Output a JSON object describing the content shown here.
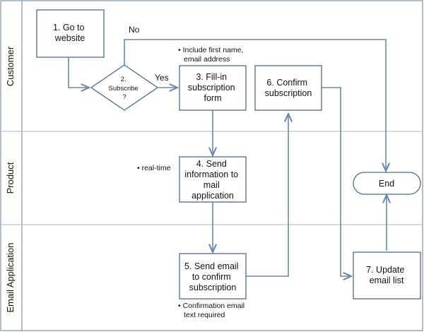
{
  "colors": {
    "lane_border": "#7f93ad",
    "lane_divider": "#b9c3d0",
    "node_border": "#4a6a8e",
    "arrow": "#6b87a9",
    "text": "#111111"
  },
  "lanes": [
    {
      "name": "Customer"
    },
    {
      "name": "Product"
    },
    {
      "name": "Email Application"
    }
  ],
  "nodes": {
    "go_to_website": [
      "1. Go to",
      "website"
    ],
    "subscribe_decision": [
      "2.",
      "Subscribe",
      "?"
    ],
    "fill_in_form": [
      "3. Fill-in",
      "subscription",
      "form"
    ],
    "confirm_subscription": [
      "6. Confirm",
      "subscription"
    ],
    "send_info": [
      "4. Send",
      "information to",
      "mail",
      "application"
    ],
    "send_email": [
      "5. Send email",
      "to confirm",
      "subscription"
    ],
    "update_email_list": [
      "7. Update",
      "email list"
    ],
    "end": [
      "End"
    ]
  },
  "edge_labels": {
    "no": "No",
    "yes": "Yes"
  },
  "notes": {
    "fill_in_form": [
      "• Include first name,",
      "email address"
    ],
    "send_info": [
      "• real-time"
    ],
    "send_email": [
      "• Confirmation email",
      "text required"
    ]
  }
}
